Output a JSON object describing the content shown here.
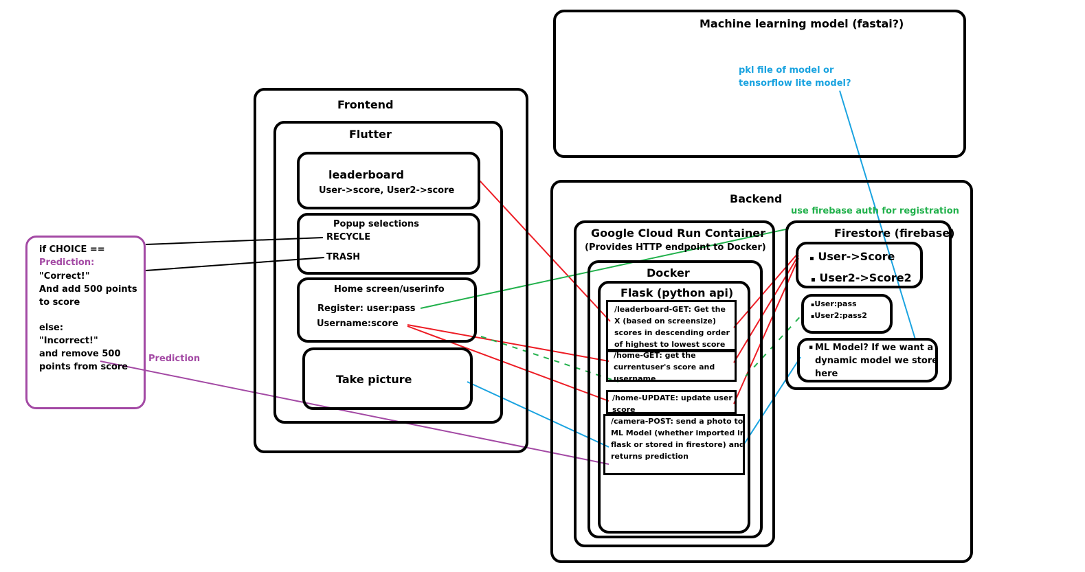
{
  "ml_model": {
    "title": "Machine learning model (fastai?)",
    "note": "pkl file of model or\ntensorflow lite model?"
  },
  "frontend": {
    "title": "Frontend",
    "flutter": {
      "title": "Flutter",
      "leaderboard": {
        "title": "leaderboard",
        "subtitle": "User->score, User2->score"
      },
      "popup": {
        "title": "Popup selections",
        "recycle": "RECYCLE",
        "trash": "TRASH"
      },
      "home": {
        "title": "Home screen/userinfo",
        "register": "Register: user:pass",
        "username": "Username:score"
      },
      "camera": {
        "title": "Take picture"
      }
    }
  },
  "logic": {
    "text_prefix": "if CHOICE ==",
    "prediction_word": "Prediction:",
    "text_body": "\"Correct!\"\nAnd add 500 points\nto score\n\nelse:\n\"Incorrect!\"\nand remove 500\npoints from score"
  },
  "prediction_label": "Prediction",
  "backend": {
    "title": "Backend",
    "auth_note": "use firebase auth for registration",
    "cloud_run": {
      "title": "Google Cloud Run Container",
      "subtitle": "(Provides HTTP endpoint to Docker)"
    },
    "docker": {
      "title": "Docker"
    },
    "flask": {
      "title": "Flask (python api)",
      "endpoints": [
        "/leaderboard-GET: Get the\nX (based on screensize)\nscores in descending order\nof highest to lowest score",
        "/home-GET: get the\ncurrentuser's score and\nusername",
        "/home-UPDATE: update user\nscore",
        "/camera-POST: send a photo to\nML Model (whether imported in\nflask or stored in firestore) and\nreturns prediction"
      ]
    },
    "firestore": {
      "title": "Firestore (firebase)",
      "scores": [
        "User->Score",
        "User2->Score2"
      ],
      "creds": [
        "User:pass",
        "User2:pass2"
      ],
      "ml_store": "ML Model? If we want a\ndynamic model we store\nhere",
      "bullet": "▪"
    }
  },
  "colors": {
    "red": "#ed1c24",
    "blue": "#1aa3e0",
    "green": "#22b14c",
    "purple": "#a349a4",
    "black": "#000000"
  }
}
